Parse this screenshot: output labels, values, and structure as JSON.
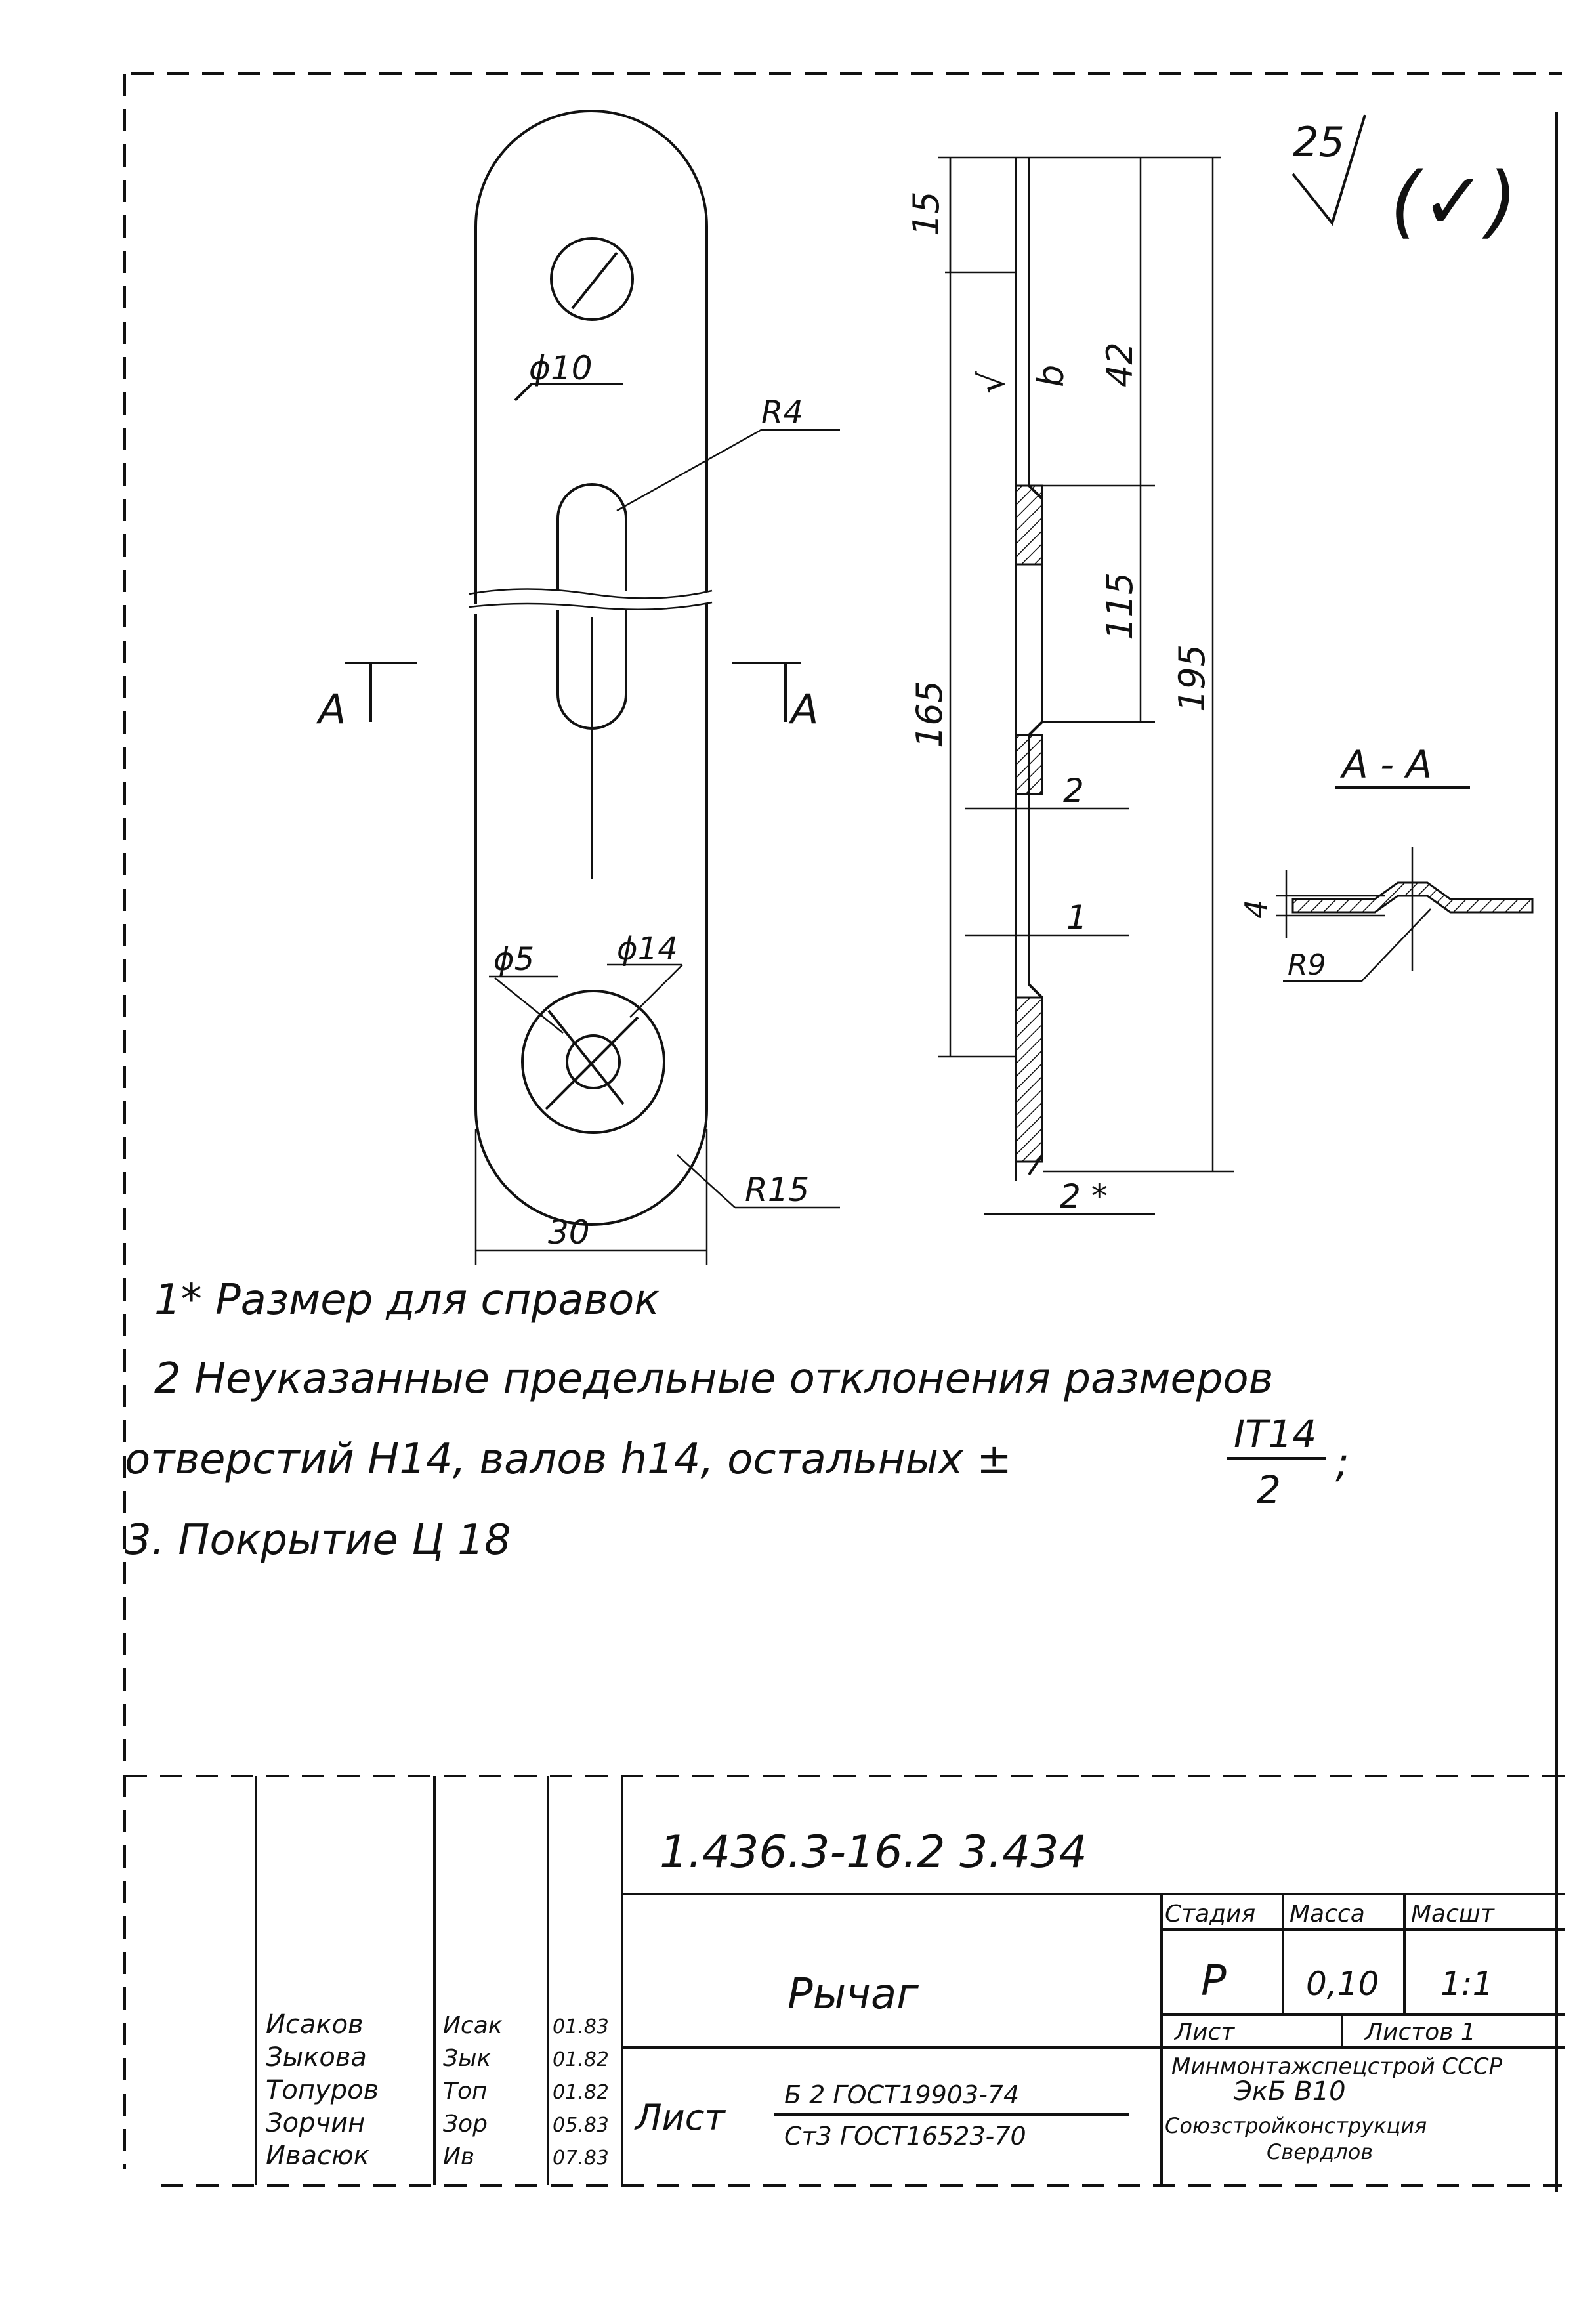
{
  "surface_symbol": {
    "roughness": "25",
    "check": "(✓)"
  },
  "front_view": {
    "hole_dia": "ϕ10",
    "slot_radius": "R4",
    "bottom_inner_dia": "ϕ5",
    "bottom_outer_dia": "ϕ14",
    "end_radius": "R15",
    "width": "30",
    "section_label_left": "A",
    "section_label_right": "A"
  },
  "side_view": {
    "dim_15": "15",
    "dim_42": "42",
    "dim_115": "115",
    "dim_195": "195",
    "dim_165": "165",
    "dim_2": "2",
    "dim_1": "1",
    "dim_2_ref": "2 *",
    "mark_left": "√",
    "mark_right": "b"
  },
  "section": {
    "title": "A - A",
    "dim_4": "4",
    "radius": "R9"
  },
  "notes": [
    "1* Размер   для   справок",
    "2  Неуказанные  предельные  отклонения  размеров",
    "отверстий  H14,  валов h14,  остальных ±",
    "3. Покрытие   Ц 18"
  ],
  "note_fraction": {
    "num": "IT14",
    "den": "2",
    "tail": ";"
  },
  "title_block": {
    "code": "1.436.3-16.2 3.434",
    "part_name": "Рычаг",
    "hdr_stage": "Стадия",
    "hdr_mass": "Масса",
    "hdr_scale": "Масшт",
    "stage": "Р",
    "mass": "0,10",
    "scale": "1:1",
    "sheet": "Лист",
    "sheets": "Листов 1",
    "org1": "Минмонтажспецстрой СССР",
    "org2": "ЭкБ В10",
    "org3": "Союзстройконструкция",
    "org4": "Свердлов",
    "material_label": "Лист",
    "material_top": "Б 2  ГОСТ19903-74",
    "material_bottom": "Ст3 ГОСТ16523-70",
    "names": [
      "Исаков",
      "Зыкова",
      "Топуров",
      "Зорчин",
      "Ивасюк"
    ],
    "signs": [
      "Исак",
      "Зык",
      "Топ",
      "Зор",
      "Ив"
    ],
    "dates": [
      "01.83",
      "01.82",
      "01.82",
      "05.83",
      "07.83"
    ]
  }
}
